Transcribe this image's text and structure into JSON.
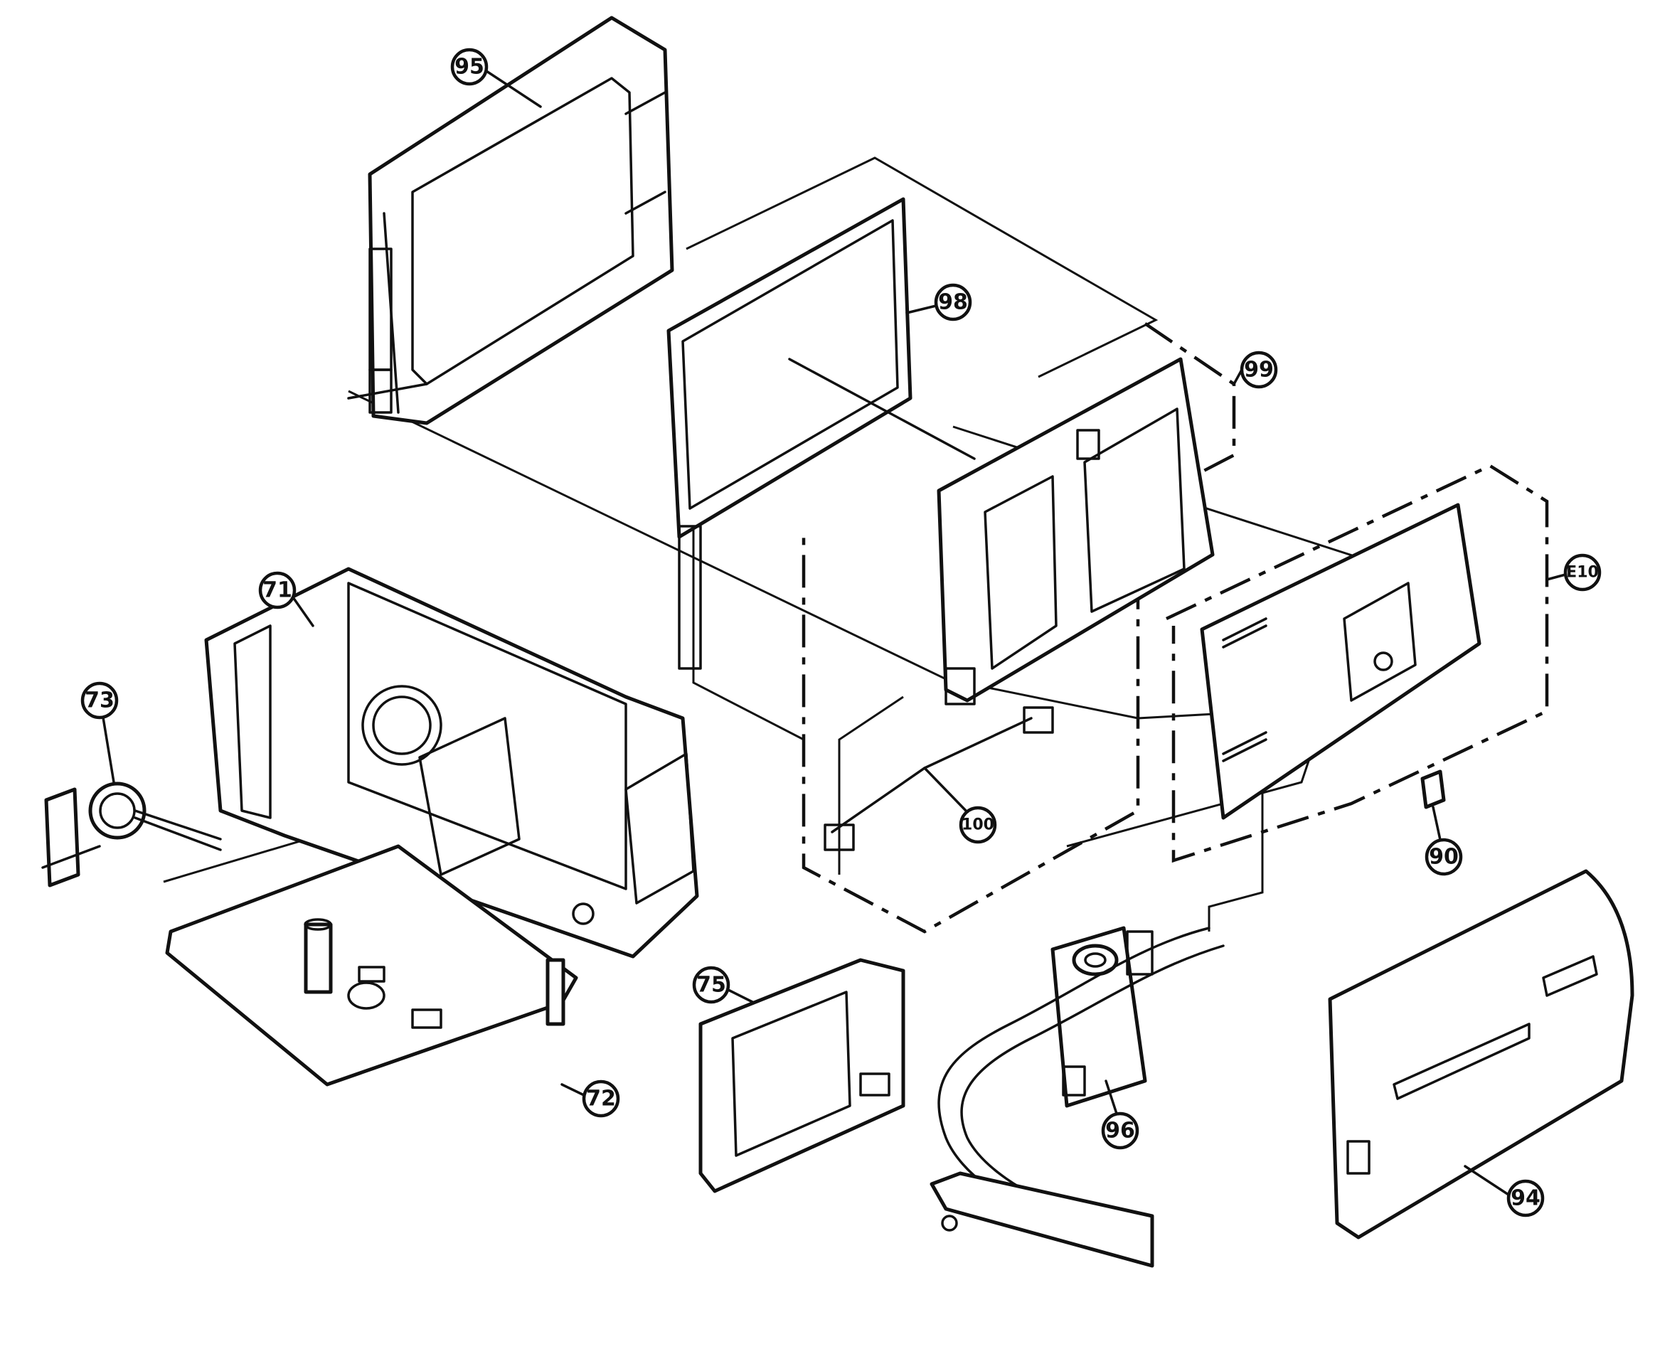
{
  "callouts": {
    "c95": "95",
    "c98": "98",
    "c99": "99",
    "c71": "71",
    "c73": "73",
    "c100": "100",
    "c90": "90",
    "c75": "75",
    "c72": "72",
    "c96": "96",
    "c94": "94",
    "cE10": "E10"
  }
}
